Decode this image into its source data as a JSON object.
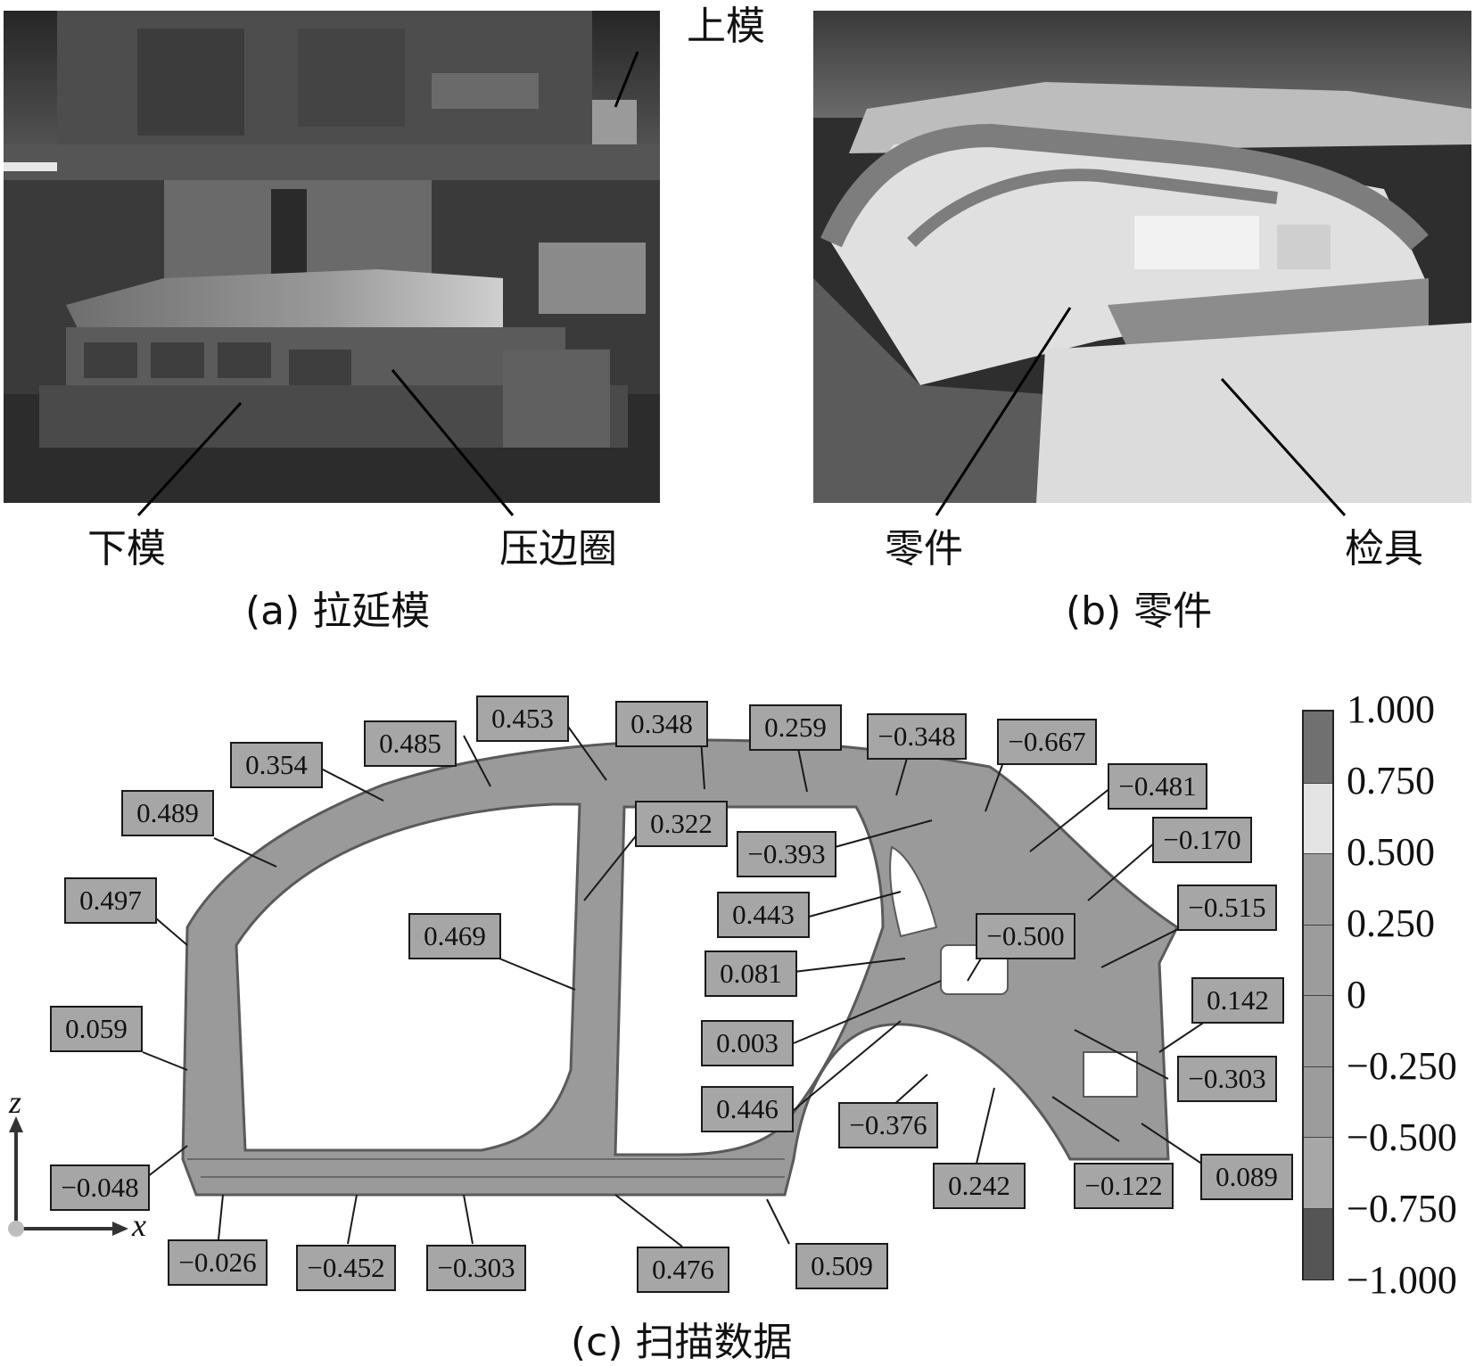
{
  "panel_a": {
    "labels": {
      "upper_die": "上模",
      "lower_die": "下模",
      "blank_holder": "压边圈"
    },
    "caption": "(a) 拉延模"
  },
  "panel_b": {
    "labels": {
      "part": "零件",
      "fixture": "检具"
    },
    "caption": "(b) 零件"
  },
  "panel_c": {
    "caption": "(c) 扫描数据",
    "callouts": [
      "0.453",
      "0.348",
      "0.259",
      "−0.348",
      "0.485",
      "−0.667",
      "0.354",
      "−0.481",
      "0.489",
      "0.322",
      "−0.170",
      "−0.393",
      "0.497",
      "0.443",
      "−0.515",
      "0.469",
      "−0.500",
      "0.081",
      "0.142",
      "0.059",
      "0.003",
      "−0.303",
      "0.446",
      "−0.376",
      "−0.048",
      "0.242",
      "−0.122",
      "0.089",
      "−0.026",
      "−0.452",
      "−0.303",
      "0.476",
      "0.509"
    ],
    "colorbar_ticks": [
      "1.000",
      "0.750",
      "0.500",
      "0.250",
      "0",
      "−0.250",
      "−0.500",
      "−0.750",
      "−1.000"
    ],
    "colorbar_colors": [
      "#707070",
      "#e4e4e4",
      "#9c9c9c",
      "#9c9c9c",
      "#9c9c9c",
      "#9c9c9c",
      "#a7a7a7",
      "#555555"
    ],
    "axes": {
      "z": "z",
      "x": "x"
    }
  }
}
